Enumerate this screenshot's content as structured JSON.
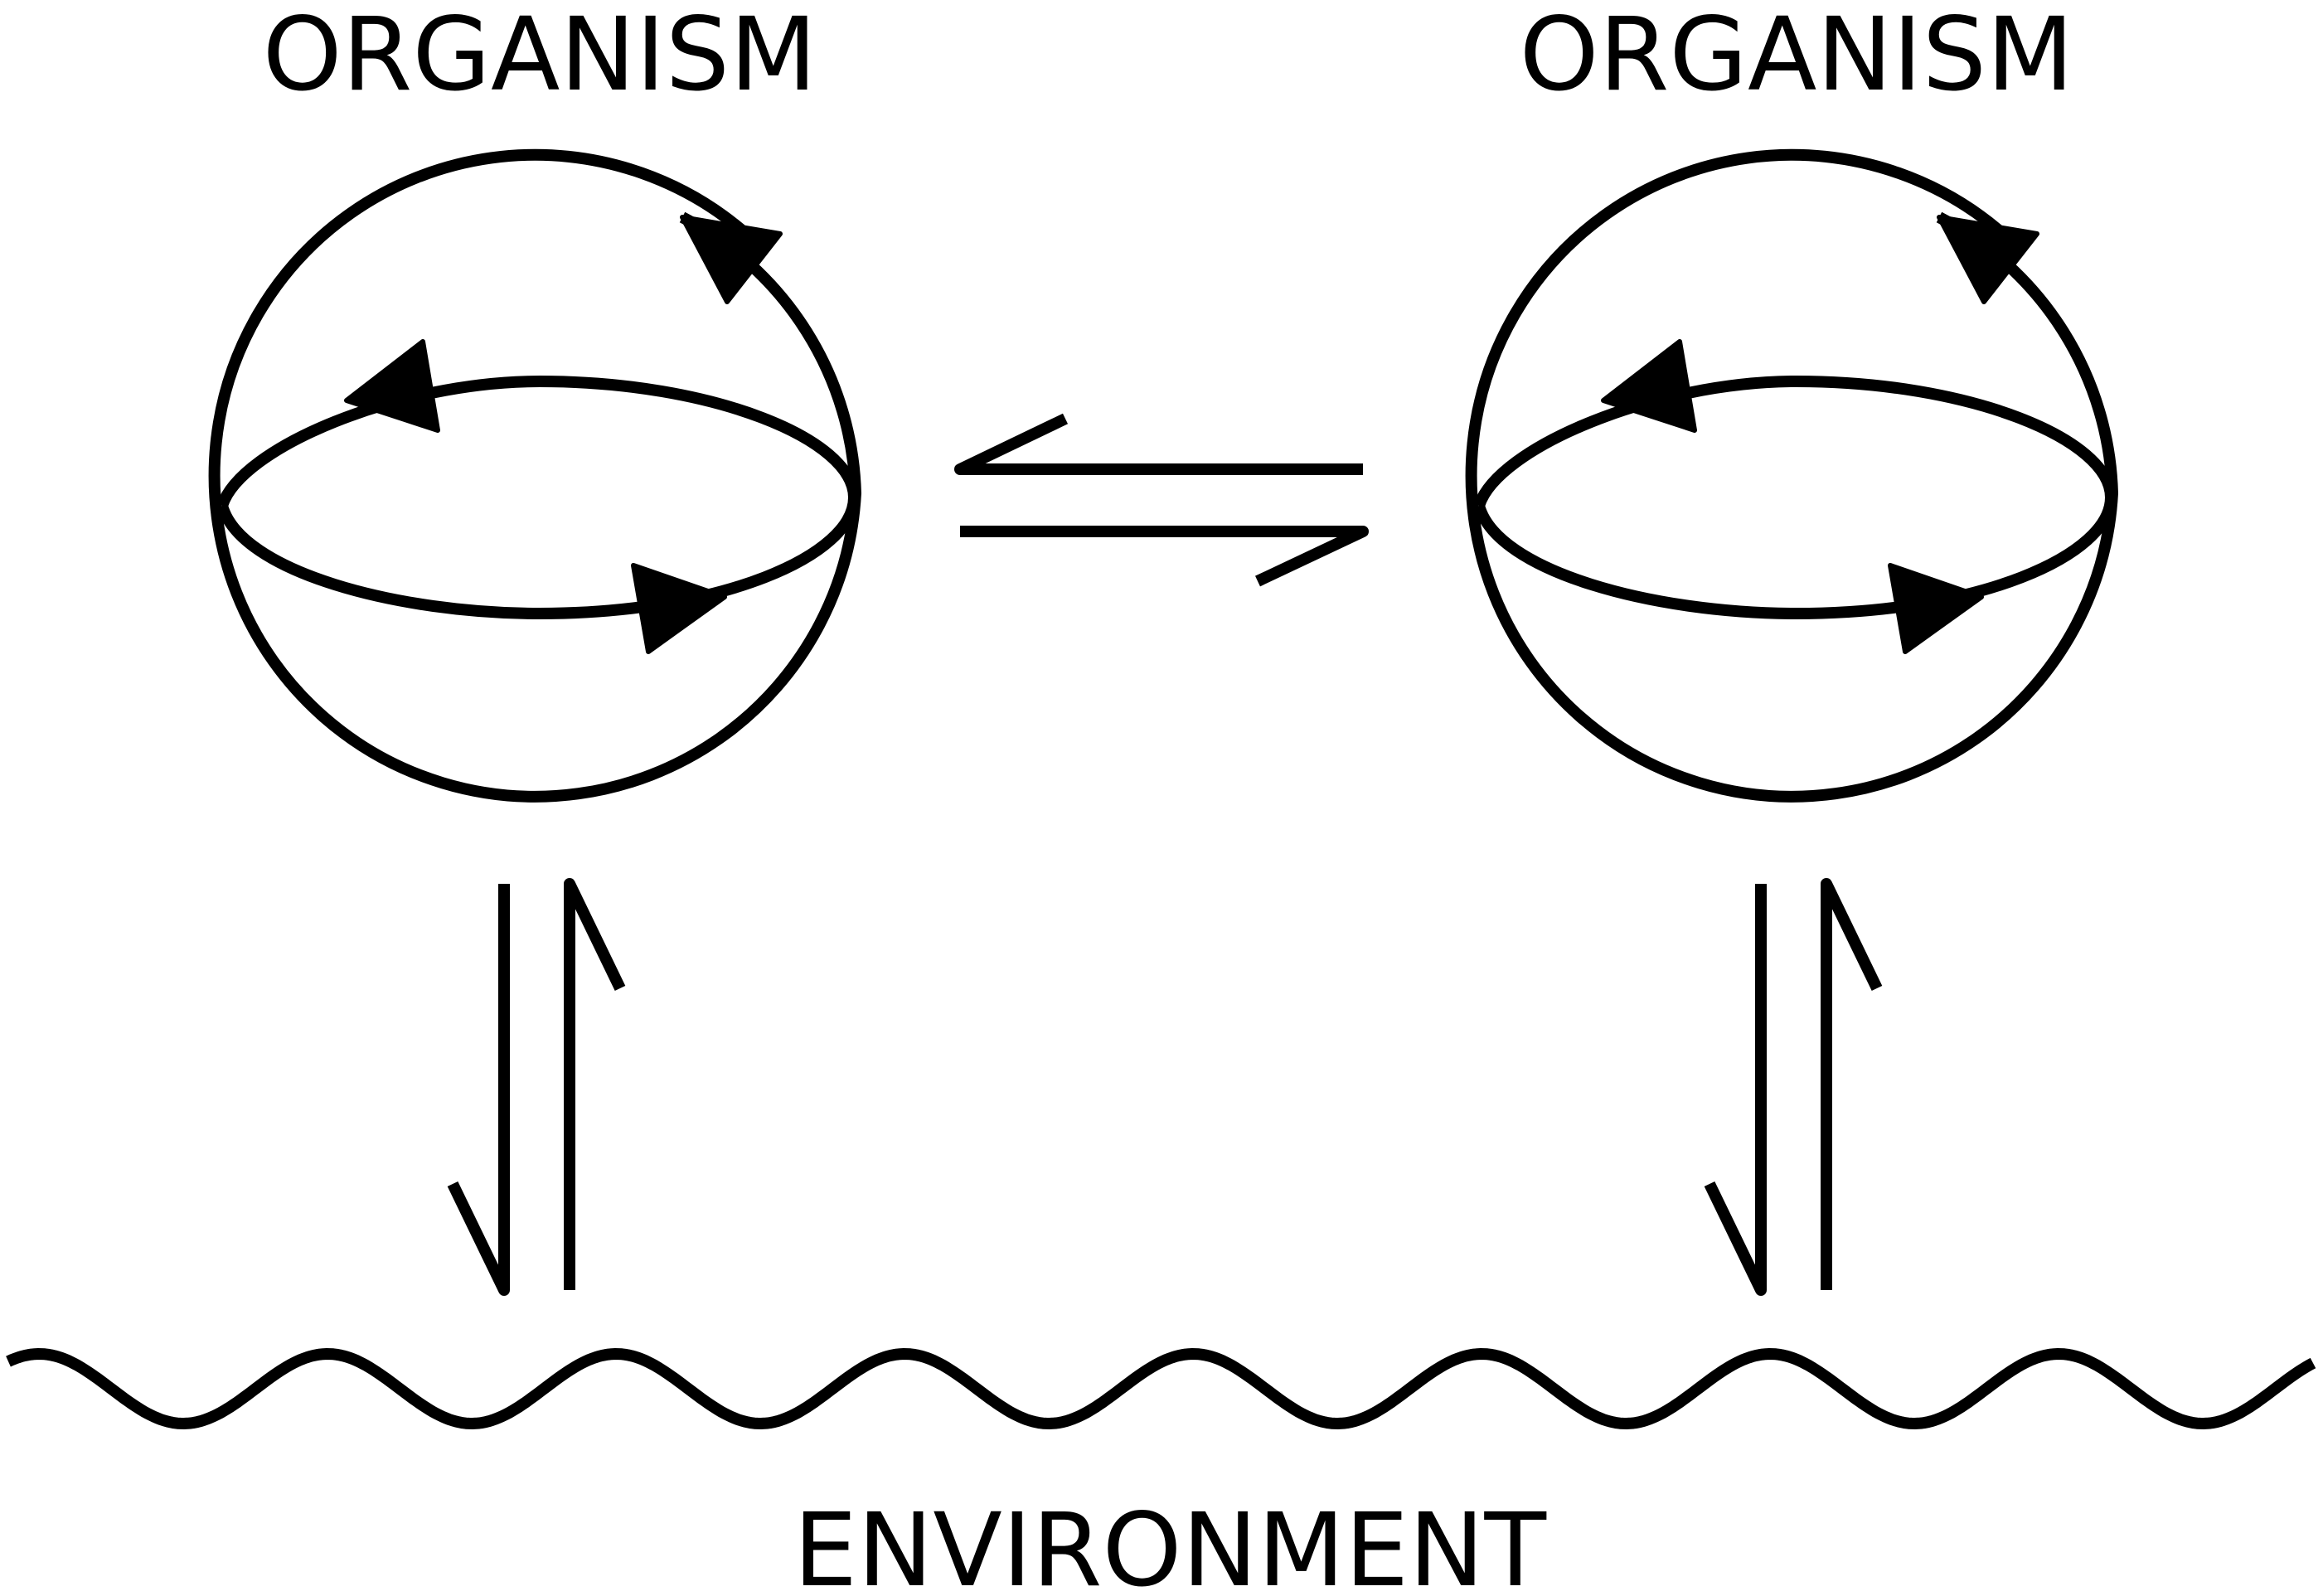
{
  "labels": {
    "organism_left": "ORGANISM",
    "organism_right": "ORGANISM",
    "environment": "ENVIRONMENT"
  },
  "colors": {
    "stroke": "#000000",
    "background": "#ffffff"
  }
}
